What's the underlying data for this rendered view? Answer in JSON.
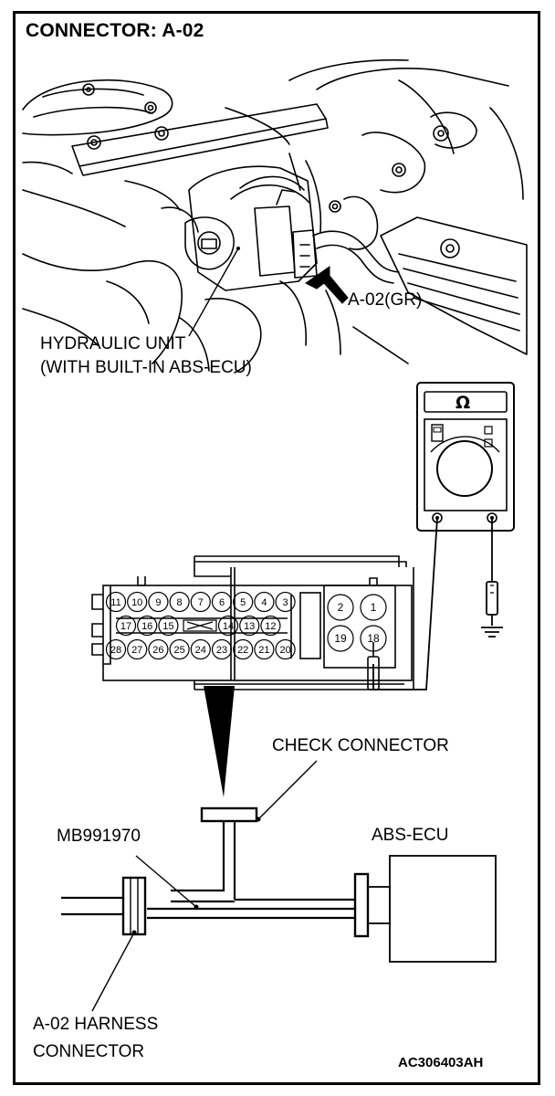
{
  "title": "CONNECTOR: A-02",
  "labels": {
    "connector_callout": "A-02(GR)",
    "hydraulic_unit_line1": "HYDRAULIC UNIT",
    "hydraulic_unit_line2": "(WITH BUILT-IN ABS-ECU)",
    "check_connector": "CHECK CONNECTOR",
    "tool_number": "MB991970",
    "abs_ecu": "ABS-ECU",
    "harness_line1": "A-02 HARNESS",
    "harness_line2": "CONNECTOR",
    "figure_code": "AC306403AH"
  },
  "ohmmeter": {
    "symbol": "Ω"
  },
  "connector_pins": {
    "top_row": [
      "11",
      "10",
      "9",
      "8",
      "7",
      "6",
      "5",
      "4",
      "3"
    ],
    "middle_left": [
      "17",
      "16",
      "15"
    ],
    "middle_right": [
      "14",
      "13",
      "12"
    ],
    "bottom_row": [
      "28",
      "27",
      "26",
      "25",
      "24",
      "23",
      "22",
      "21",
      "20"
    ],
    "right_block_top": [
      "2",
      "1"
    ],
    "right_block_bottom": [
      "19",
      "18"
    ]
  }
}
